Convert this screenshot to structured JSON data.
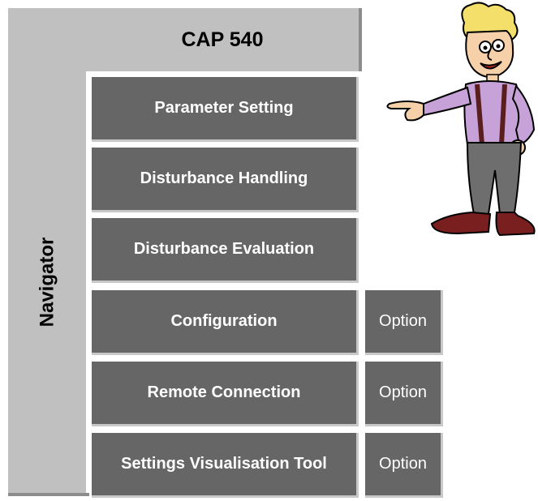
{
  "title": "CAP 540",
  "navigator_label": "Navigator",
  "menu": [
    {
      "label": "Parameter Setting",
      "option": null
    },
    {
      "label": "Disturbance Handling",
      "option": null
    },
    {
      "label": "Disturbance Evaluation",
      "option": null
    },
    {
      "label": "Configuration",
      "option": "Option"
    },
    {
      "label": "Remote Connection",
      "option": "Option"
    },
    {
      "label": "Settings Visualisation Tool",
      "option": "Option"
    }
  ],
  "colors": {
    "frame": "#c0c0c0",
    "button": "#666666",
    "button_text": "#ffffff"
  },
  "icons": {
    "mascot": "pointing-cartoon-man-icon"
  }
}
